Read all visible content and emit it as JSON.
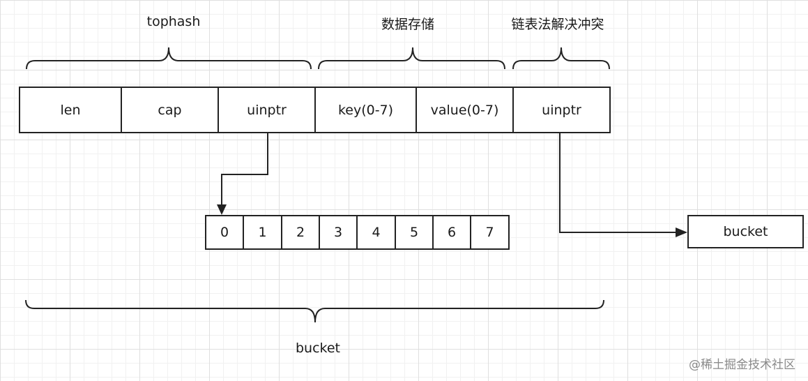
{
  "headers": {
    "tophash": "tophash",
    "storage": "数据存储",
    "chaining": "链表法解决冲突"
  },
  "fields": [
    "len",
    "cap",
    "uinptr",
    "key(0-7)",
    "value(0-7)",
    "uinptr"
  ],
  "tophash_slots": [
    "0",
    "1",
    "2",
    "3",
    "4",
    "5",
    "6",
    "7"
  ],
  "overflow_bucket_label": "bucket",
  "bottom_label": "bucket",
  "watermark": "@稀土掘金技术社区",
  "colors": {
    "stroke": "#222222",
    "grid": "#dfdfdf",
    "watermark": "#8a8a8a"
  }
}
